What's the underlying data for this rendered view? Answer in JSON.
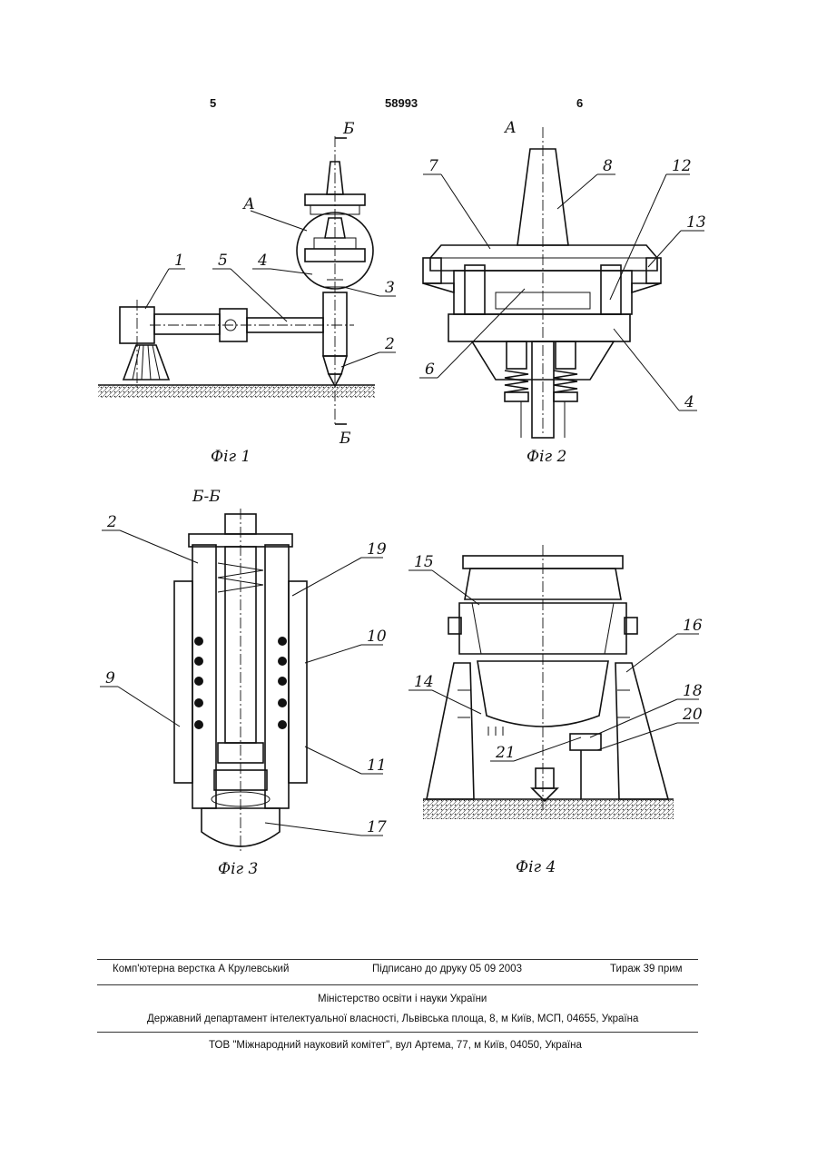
{
  "header": {
    "page_left": "5",
    "patent_number": "58993",
    "page_right": "6"
  },
  "figure1": {
    "caption": "Фіг 1",
    "section_top": "Б",
    "section_bottom": "Б",
    "detail": "А",
    "labels": [
      "1",
      "5",
      "4",
      "3",
      "2"
    ]
  },
  "figure2": {
    "caption": "Фіг 2",
    "title": "А",
    "labels": [
      "7",
      "8",
      "12",
      "13",
      "6",
      "4"
    ]
  },
  "figure3": {
    "caption": "Фіг 3",
    "title": "Б-Б",
    "labels": [
      "2",
      "19",
      "10",
      "9",
      "11",
      "17"
    ]
  },
  "figure4": {
    "caption": "Фіг 4",
    "labels": [
      "15",
      "16",
      "14",
      "18",
      "20",
      "21"
    ]
  },
  "footer": {
    "typesetting": "Комп'ютерна верстка А  Крулевський",
    "signed": "Підписано до друку 05 09 2003",
    "circulation": "Тираж 39 прим",
    "ministry": "Міністерство освіти і науки України",
    "department": "Державний департамент інтелектуальної власності, Львівська площа, 8, м  Київ, МСП, 04655, Україна",
    "publisher": "ТОВ \"Міжнародний науковий комітет\", вул  Артема, 77, м  Київ, 04050, Україна"
  }
}
